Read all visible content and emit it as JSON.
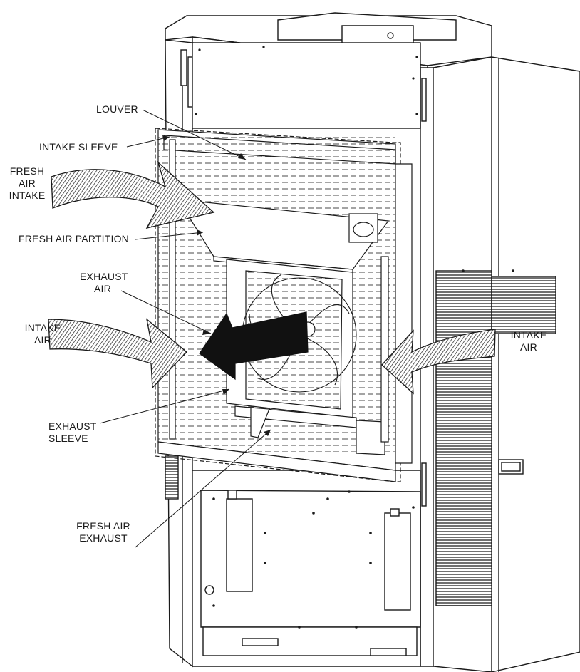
{
  "labels": {
    "louver": "LOUVER",
    "intake_sleeve": "INTAKE SLEEVE",
    "fresh_air_intake": [
      "FRESH",
      "AIR",
      "INTAKE"
    ],
    "fresh_air_partition": "FRESH AIR PARTITION",
    "exhaust_air": [
      "EXHAUST",
      "AIR"
    ],
    "intake_air_left": [
      "INTAKE",
      "AIR"
    ],
    "intake_air_right": [
      "INTAKE",
      "AIR"
    ],
    "exhaust_sleeve": [
      "EXHAUST",
      "SLEEVE"
    ],
    "fresh_air_exhaust": [
      "FRESH AIR",
      "EXHAUST"
    ]
  },
  "colors": {
    "line": "#1a1a1a",
    "hatch": "#444444",
    "exhaust_arrow": "#111111"
  }
}
